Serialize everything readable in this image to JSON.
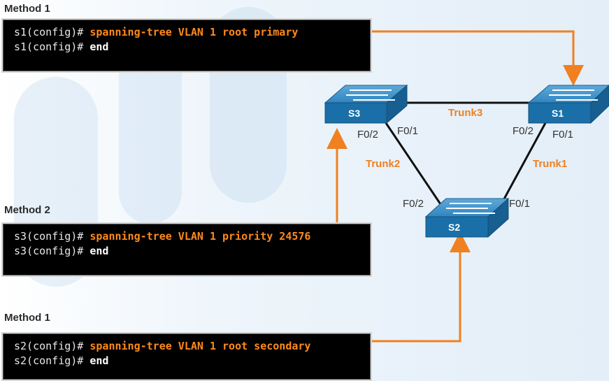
{
  "methods": [
    {
      "label": "Method 1",
      "prompt1": "s1(config)# ",
      "cmd": "spanning-tree VLAN 1 root primary",
      "prompt2": "s1(config)# ",
      "end": "end"
    },
    {
      "label": "Method 2",
      "prompt1": "s3(config)# ",
      "cmd": "spanning-tree VLAN 1 priority 24576",
      "prompt2": "s3(config)# ",
      "end": "end"
    },
    {
      "label": "Method 1",
      "prompt1": "s2(config)# ",
      "cmd": "spanning-tree VLAN 1 root secondary",
      "prompt2": "s2(config)# ",
      "end": "end"
    }
  ],
  "switches": {
    "s1": "S1",
    "s2": "S2",
    "s3": "S3"
  },
  "ports": {
    "s3_left": "F0/2",
    "s3_right": "F0/1",
    "s1_left": "F0/2",
    "s1_right": "F0/1",
    "s2_left": "F0/2",
    "s2_right": "F0/1"
  },
  "trunks": {
    "t1": "Trunk1",
    "t2": "Trunk2",
    "t3": "Trunk3"
  },
  "colors": {
    "accent": "#f08020",
    "switch": "#1a6fa8",
    "terminal_bg": "#000000"
  }
}
